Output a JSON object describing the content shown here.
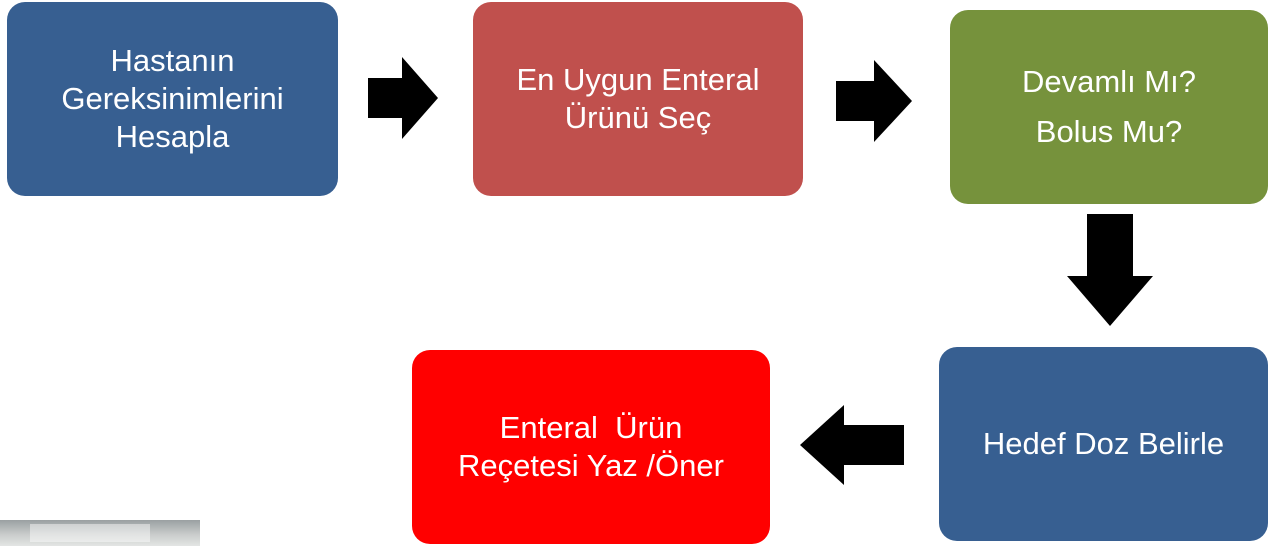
{
  "steps": {
    "calculate_needs": {
      "lines": [
        "Hastanın",
        "Gereksinimlerini",
        "Hesapla"
      ],
      "color": "#375f91"
    },
    "choose_product": {
      "lines": [
        "En Uygun Enteral",
        "Ürünü Seç"
      ],
      "color": "#c0504d"
    },
    "feeding_mode": {
      "lines": [
        "Devamlı Mı?",
        "Bolus Mu?"
      ],
      "color": "#76923c"
    },
    "target_dose": {
      "lines": [
        "Hedef Doz Belirle"
      ],
      "color": "#375f91"
    },
    "write_prescription": {
      "lines": [
        "Enteral  Ürün",
        "Reçetesi Yaz /Öner"
      ],
      "color": "#ff0000"
    }
  },
  "arrows": [
    {
      "from": "calculate_needs",
      "to": "choose_product",
      "direction": "right"
    },
    {
      "from": "choose_product",
      "to": "feeding_mode",
      "direction": "right"
    },
    {
      "from": "feeding_mode",
      "to": "target_dose",
      "direction": "down"
    },
    {
      "from": "target_dose",
      "to": "write_prescription",
      "direction": "left"
    }
  ]
}
